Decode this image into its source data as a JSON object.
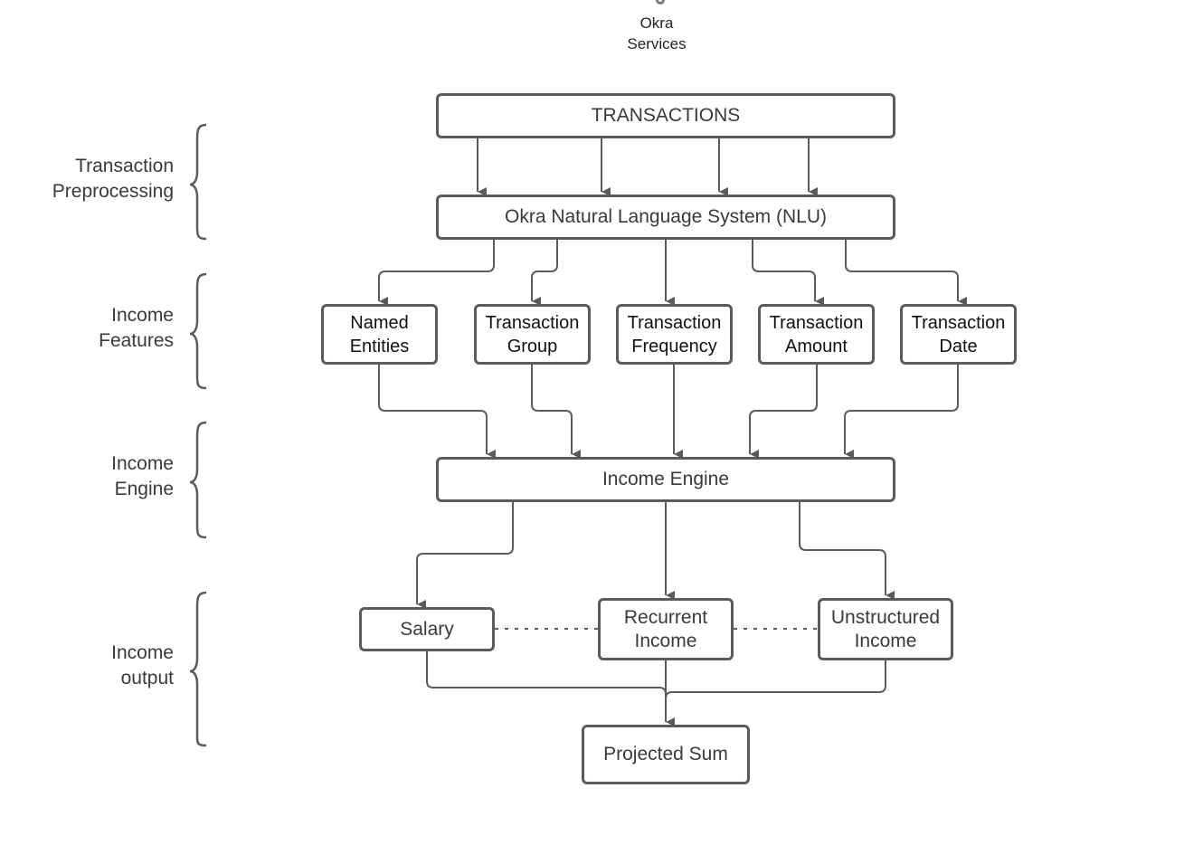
{
  "brand": {
    "name": "Okra\nServices",
    "icon": "gear-icon"
  },
  "stages": [
    {
      "key": "preprocessing",
      "label": "Transaction\nPreprocessing"
    },
    {
      "key": "features",
      "label": "Income\nFeatures"
    },
    {
      "key": "engine",
      "label": "Income\nEngine"
    },
    {
      "key": "output",
      "label": "Income\noutput"
    }
  ],
  "nodes": {
    "transactions": "TRANSACTIONS",
    "nlu": "Okra Natural Language System (NLU)",
    "named_entities": "Named\nEntities",
    "transaction_group": "Transaction\nGroup",
    "transaction_frequency": "Transaction\nFrequency",
    "transaction_amount": "Transaction\nAmount",
    "transaction_date": "Transaction\nDate",
    "income_engine": "Income Engine",
    "salary": "Salary",
    "recurrent_income": "Recurrent\nIncome",
    "unstructured_income": "Unstructured\nIncome",
    "projected_sum": "Projected Sum"
  },
  "colors": {
    "stroke": "#5b5b5b",
    "text": "#3a3a3a"
  }
}
